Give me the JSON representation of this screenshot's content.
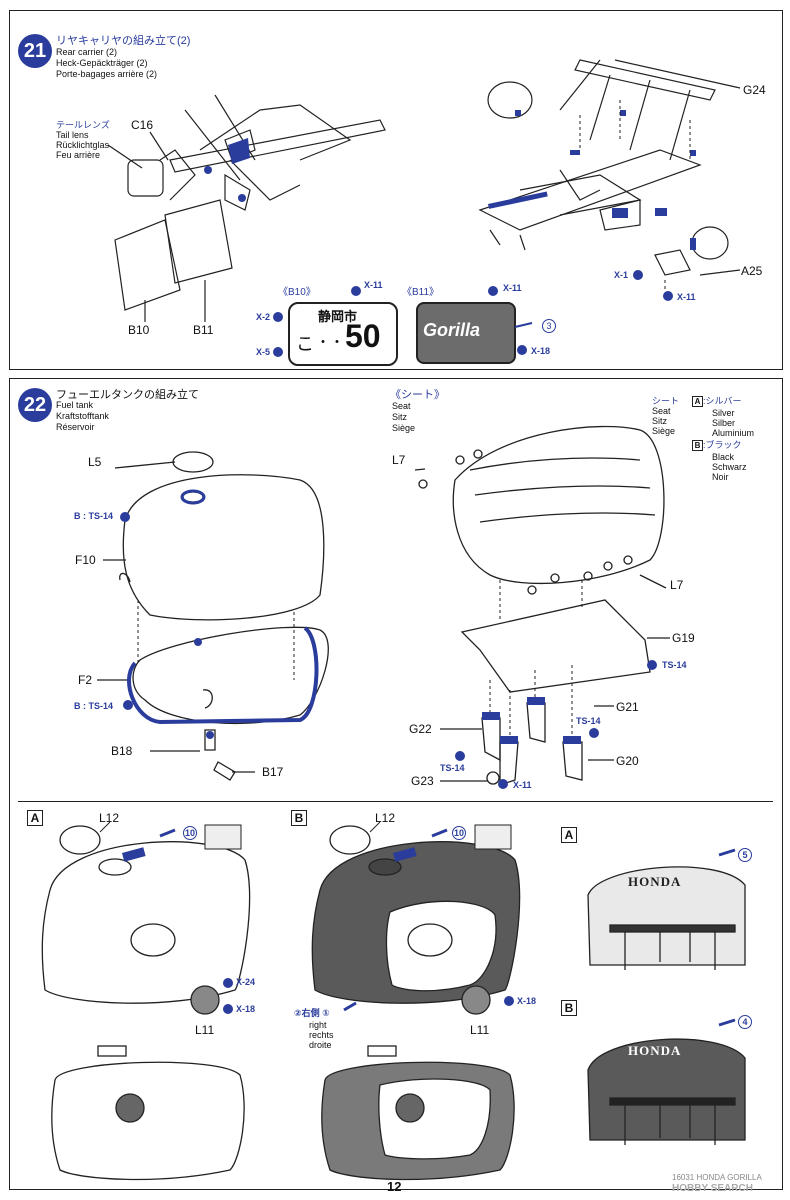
{
  "colors": {
    "accent": "#2a3c9c",
    "ink": "#222222",
    "gray": "#6c6c6c",
    "light": "#e9e9e9"
  },
  "step21": {
    "number": "21",
    "title_jp": "リヤキャリヤの組み立て(2)",
    "title_en": "Rear carrier (2)",
    "title_de": "Heck-Gepäckträger (2)",
    "title_fr": "Porte-bagages arrière (2)",
    "tail_lens": {
      "jp": "テールレンズ",
      "en": "Tail lens",
      "de": "Rücklichtglas",
      "fr": "Feu arrière"
    },
    "parts": {
      "c16": "C16",
      "b10": "B10",
      "b11": "B11",
      "g24": "G24",
      "a25": "A25"
    },
    "screws": {
      "x1": "X-1",
      "x11": "X-11",
      "x11b": "X-11",
      "x2": "X-2",
      "x5": "X-5",
      "x11c": "X-11",
      "x18": "X-18"
    },
    "plate_b10": {
      "tag": "《B10》",
      "city": "静岡市",
      "kana": "こ",
      "dots": "・・",
      "number": "50"
    },
    "plate_b11": {
      "tag": "《B11》",
      "logo": "Gorilla",
      "decal": "3"
    }
  },
  "step22": {
    "number": "22",
    "title_jp": "フューエルタンクの組み立て",
    "title_en": "Fuel tank",
    "title_de": "Kraftstofftank",
    "title_fr": "Réservoir",
    "seat_head": {
      "jp": "《シート》",
      "en": "Seat",
      "de": "Sitz",
      "fr": "Siège"
    },
    "seat_callout": {
      "jp": "シート",
      "en": "Seat",
      "de": "Sitz",
      "fr": "Siège"
    },
    "color_key": {
      "a": {
        "letter": "A",
        "jp": ":シルバー",
        "en": "Silver",
        "de": "Silber",
        "fr": "Aluminium"
      },
      "b": {
        "letter": "B",
        "jp": ":ブラック",
        "en": "Black",
        "de": "Schwarz",
        "fr": "Noir"
      }
    },
    "parts": {
      "l5": "L5",
      "f10": "F10",
      "f2": "F2",
      "b18": "B18",
      "b17": "B17",
      "l7a": "L7",
      "l7b": "L7",
      "g19": "G19",
      "g21": "G21",
      "g22": "G22",
      "g20": "G20",
      "g23": "G23"
    },
    "paint_tags": {
      "ts14a": "B : TS-14",
      "ts14b": "B : TS-14",
      "ts14c": "TS-14",
      "ts14d": "TS-14",
      "ts14e": "TS-14"
    },
    "screw_x11": "X-11"
  },
  "variants": {
    "a_tank": {
      "letter": "A",
      "cap": "L12",
      "decal": "10",
      "emblem": "L11",
      "x24": "X-24",
      "x18": "X-18"
    },
    "b_tank": {
      "letter": "B",
      "cap": "L12",
      "decal": "10",
      "emblem": "L11",
      "x18": "X-18",
      "side_decal": "②右側 ①",
      "side_en": "right",
      "side_de": "rechts",
      "side_fr": "droite"
    },
    "a_seat": {
      "letter": "A",
      "decal": "5",
      "brand": "HONDA"
    },
    "b_seat": {
      "letter": "B",
      "decal": "4",
      "brand": "HONDA"
    }
  },
  "footer": {
    "page": "12",
    "watermark": "HOBBY SEARCH",
    "code": "16031 HONDA GORILLA"
  }
}
